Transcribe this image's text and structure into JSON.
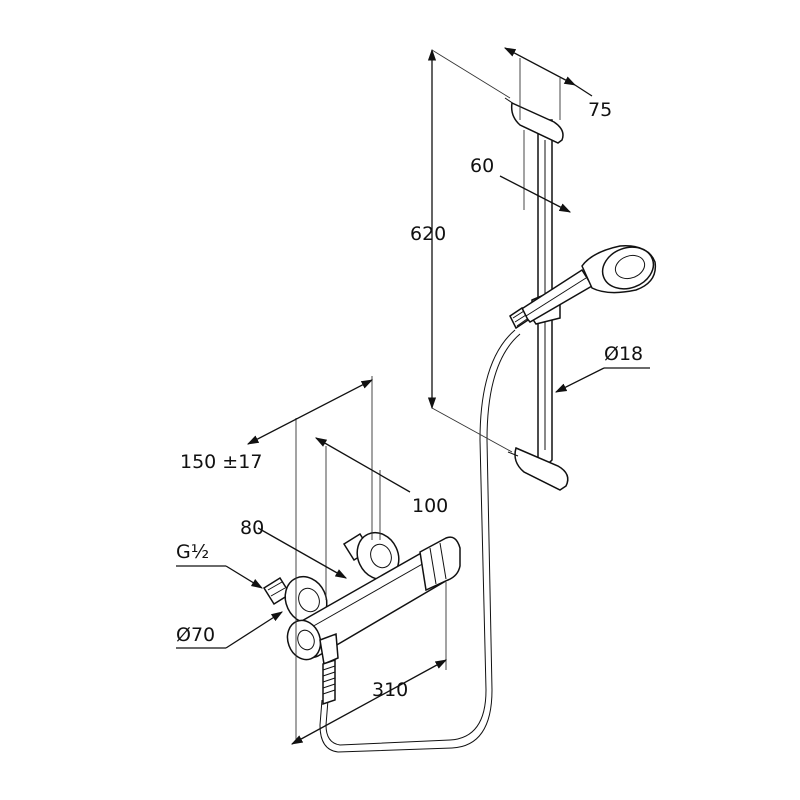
{
  "labels": {
    "d75": "75",
    "d60": "60",
    "d620": "620",
    "d18": "Ø18",
    "d150": "150 ±17",
    "d100": "100",
    "d80": "80",
    "g12": "G½",
    "d70": "Ø70",
    "d310": "310"
  }
}
